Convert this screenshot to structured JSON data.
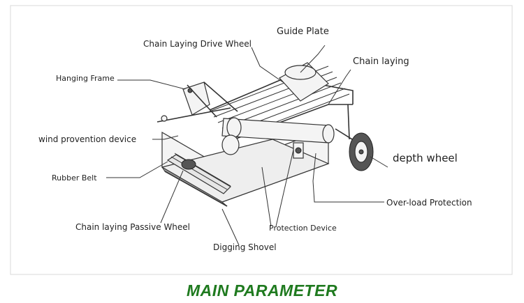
{
  "labels": {
    "guide_plate": "Guide Plate",
    "chain_laying_drive_wheel": "Chain Laying Drive Wheel",
    "chain_laying": "Chain laying",
    "hanging_frame": "Hanging Frame",
    "wind_provention_device": "wind provention device",
    "depth_wheel": "depth wheel",
    "rubber_belt": "Rubber Belt",
    "overload_protection": "Over-load Protection",
    "chain_laying_passive_wheel": "Chain laying Passive Wheel",
    "protection_device": "Protection Device",
    "digging_shovel": "Digging Shovel"
  },
  "footer": {
    "title": "MAIN PARAMETER"
  },
  "colors": {
    "title_green": "#1f7a1f",
    "line": "#333333"
  }
}
